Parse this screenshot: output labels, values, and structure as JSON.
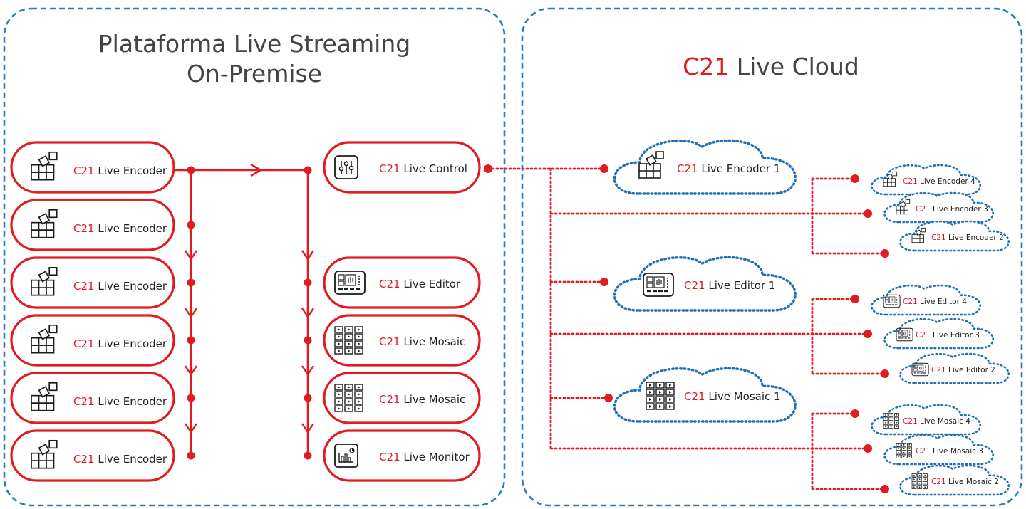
{
  "panels": {
    "left": {
      "title_line1": "Plataforma Live Streaming",
      "title_line2": "On-Premise"
    },
    "right": {
      "brand": "C21",
      "title_rest": " Live Cloud"
    }
  },
  "brand": "C21",
  "colors": {
    "accent": "#e11b22",
    "panel_border": "#2a7bbf",
    "cloud_border": "#1e6fb5",
    "text": "#222222"
  },
  "onprem": {
    "encoders": [
      {
        "name": " Live Encoder",
        "icon": "encoder-icon"
      },
      {
        "name": " Live Encoder",
        "icon": "encoder-icon"
      },
      {
        "name": " Live Encoder",
        "icon": "encoder-icon"
      },
      {
        "name": " Live Encoder",
        "icon": "encoder-icon"
      },
      {
        "name": " Live Encoder",
        "icon": "encoder-icon"
      },
      {
        "name": " Live Encoder",
        "icon": "encoder-icon"
      }
    ],
    "services": [
      {
        "name": " Live Control",
        "icon": "control-icon"
      },
      {
        "name": " Live Editor",
        "icon": "editor-icon"
      },
      {
        "name": " Live Mosaic",
        "icon": "mosaic-icon"
      },
      {
        "name": " Live Mosaic",
        "icon": "mosaic-icon"
      },
      {
        "name": " Live Monitor",
        "icon": "monitor-icon"
      }
    ]
  },
  "cloud": {
    "main": [
      {
        "name": " Live Encoder 1",
        "icon": "encoder-icon"
      },
      {
        "name": " Live Editor 1",
        "icon": "editor-icon"
      },
      {
        "name": " Live Mosaic 1",
        "icon": "mosaic-icon"
      }
    ],
    "small": [
      {
        "name": " Live Encoder 4",
        "icon": "encoder-icon"
      },
      {
        "name": " Live Encoder 3",
        "icon": "encoder-icon"
      },
      {
        "name": " Live Encoder 2",
        "icon": "encoder-icon"
      },
      {
        "name": " Live Editor 4",
        "icon": "editor-icon"
      },
      {
        "name": " Live Editor 3",
        "icon": "editor-icon"
      },
      {
        "name": " Live Editor 2",
        "icon": "editor-icon"
      },
      {
        "name": " Live Mosaic 4",
        "icon": "mosaic-icon"
      },
      {
        "name": " Live Mosaic 3",
        "icon": "mosaic-icon"
      },
      {
        "name": " Live Mosaic 2",
        "icon": "mosaic-icon"
      }
    ]
  }
}
